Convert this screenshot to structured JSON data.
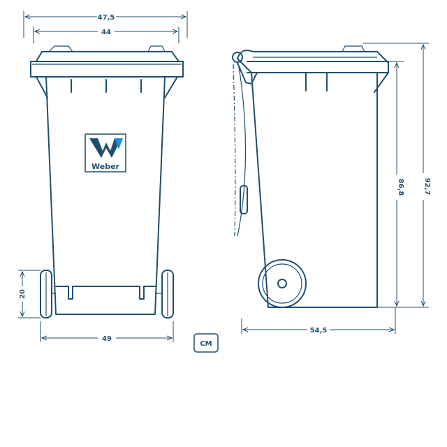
{
  "brand": {
    "logo_text": "Weber",
    "accent_color": "#1f4f6e",
    "logo_blue": "#1d8fd8"
  },
  "dimensions": {
    "outer_width": "47,5",
    "lid_width": "44",
    "wheel_width": "49",
    "wheel_height": "20",
    "depth": "54,5",
    "body_height": "86,8",
    "total_height": "92,7"
  },
  "unit": "CM"
}
